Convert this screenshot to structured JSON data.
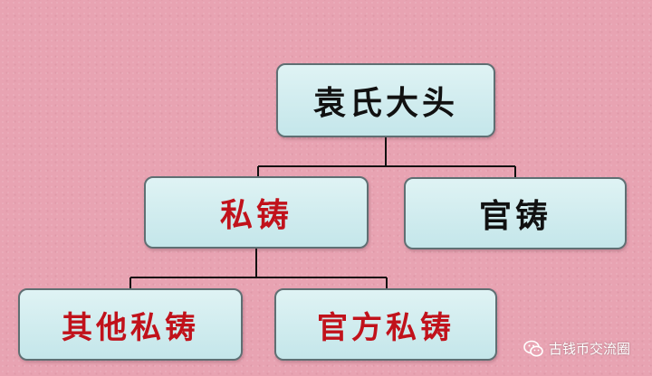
{
  "colors": {
    "background": "#e8a3b2",
    "node_fill": "#d2eef0",
    "node_border": "#5f6f73",
    "text_dark": "#111111",
    "text_red": "#c1121b",
    "connector": "#111111"
  },
  "diagram": {
    "root": {
      "label": "袁氏大头"
    },
    "level1": [
      {
        "label": "私铸",
        "color": "#c1121b"
      },
      {
        "label": "官铸",
        "color": "#111111"
      }
    ],
    "level2": [
      {
        "label": "其他私铸",
        "color": "#c1121b"
      },
      {
        "label": "官方私铸",
        "color": "#c1121b"
      }
    ]
  },
  "watermark": {
    "text": "古钱币交流圈",
    "icon": "wechat-icon"
  }
}
